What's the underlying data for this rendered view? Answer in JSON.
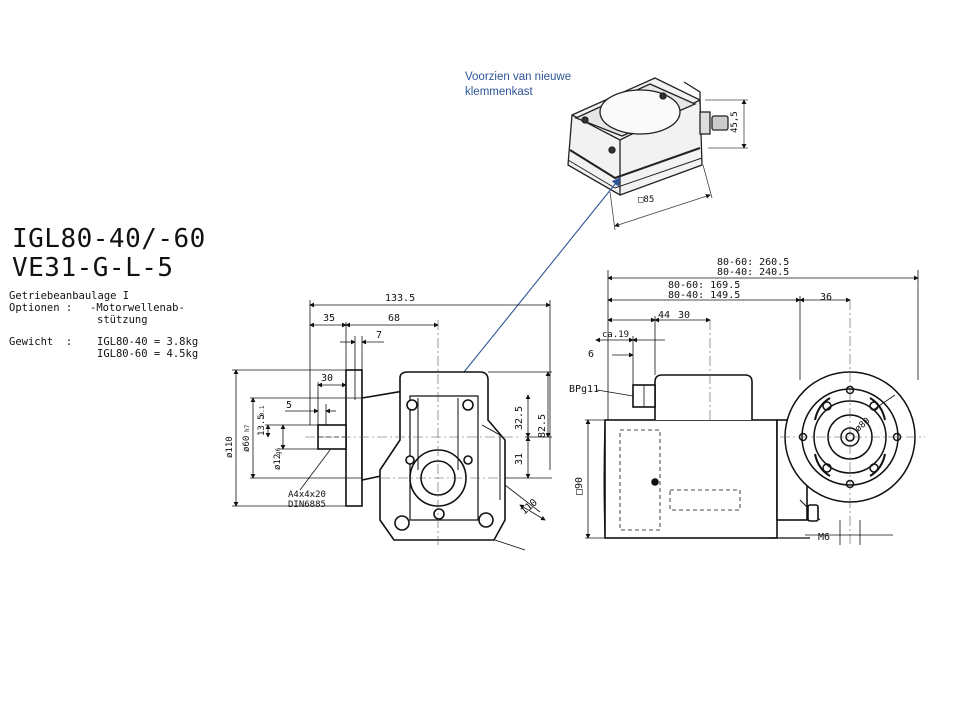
{
  "annotation": {
    "line1": "Voorzien van nieuwe",
    "line2": "klemmenkast",
    "color": "#2f5597"
  },
  "title": {
    "model": "IGL80-40/-60",
    "motor": "VE31-G-L-5"
  },
  "specs": {
    "installation": "Getriebeanbaulage I",
    "options_label": "Optionen :",
    "options_value_1": "-Motorwellenab-",
    "options_value_2": "stützung",
    "weight_label": "Gewicht  :",
    "weight_1": "IGL80-40 = 3.8kg",
    "weight_2": "IGL80-60 = 4.5kg"
  },
  "box_dims": {
    "height": "45,5",
    "square": "□85"
  },
  "gearbox_dims": {
    "d_133_5": "133.5",
    "d_35": "35",
    "d_68": "68",
    "d_7": "7",
    "d_30": "30",
    "d_5": "5",
    "d_110_dia": "ø110",
    "d_60_dia": "ø60",
    "d_60_tol": "h7",
    "d_13_5": "13.5",
    "d_13_5_tol": "-0.1",
    "d_12_dia": "ø12",
    "d_12_tol": "g6",
    "d_32_5": "32.5",
    "d_82_5": "82.5",
    "d_31": "31",
    "d_110": "110",
    "key_1": "A4x4x20",
    "key_2": "DIN6885"
  },
  "motor_dims": {
    "len_60_total": "80-60:  260.5",
    "len_40_total": "80-40:  240.5",
    "len_60_mid": "80-60:  169.5",
    "len_40_mid": "80-40:  149.5",
    "d_44": "44",
    "d_30": "30",
    "d_36": "36",
    "d_ca19": "ca.19",
    "d_6": "6",
    "gland": "BPg11",
    "d_90": "□90",
    "flange_dia": "ø80",
    "bolt": "M6"
  }
}
